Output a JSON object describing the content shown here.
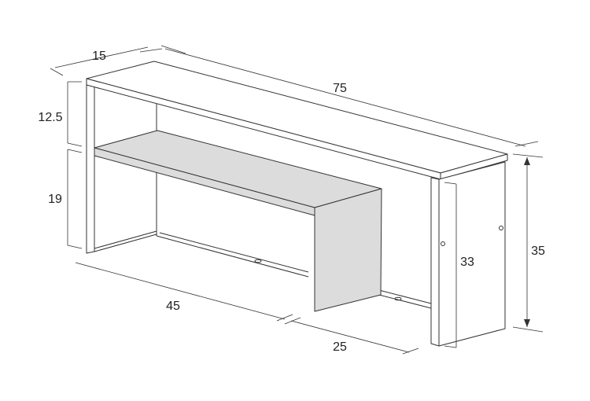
{
  "diagram": {
    "colors": {
      "line": "#333333",
      "shelf_fill": "#dcdcdc",
      "background": "#ffffff"
    },
    "dimensions": {
      "depth": "15",
      "width": "75",
      "upper_gap": "12.5",
      "lower_gap": "19",
      "total_height": "35",
      "inner_height": "33",
      "shelf_length": "45",
      "shelf_depth": "25"
    }
  }
}
